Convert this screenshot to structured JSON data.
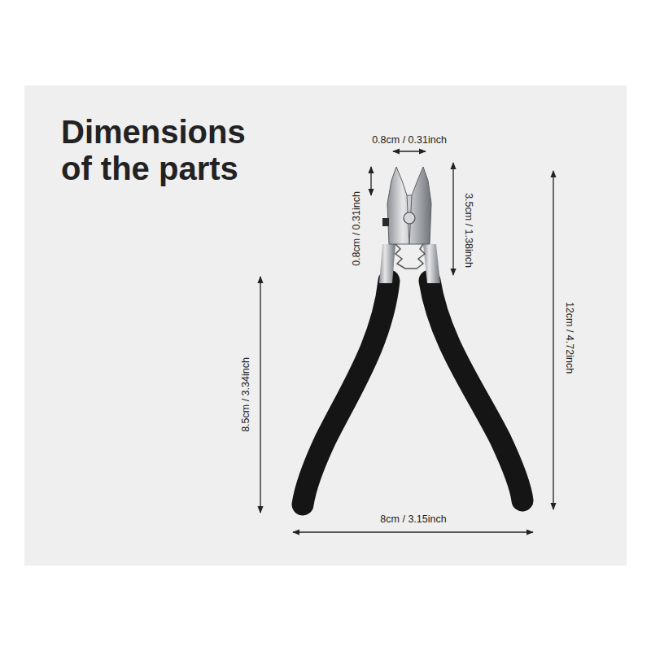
{
  "diagram": {
    "title": "Dimensions of the parts",
    "labels": [
      "0.8cm / 0.31inch",
      "0.8cm / 0.31inch",
      "3.5cm / 1.38inch",
      "12cm / 4.72inch",
      "8.5cm / 3.34inch",
      "8cm / 3.15inch"
    ]
  }
}
